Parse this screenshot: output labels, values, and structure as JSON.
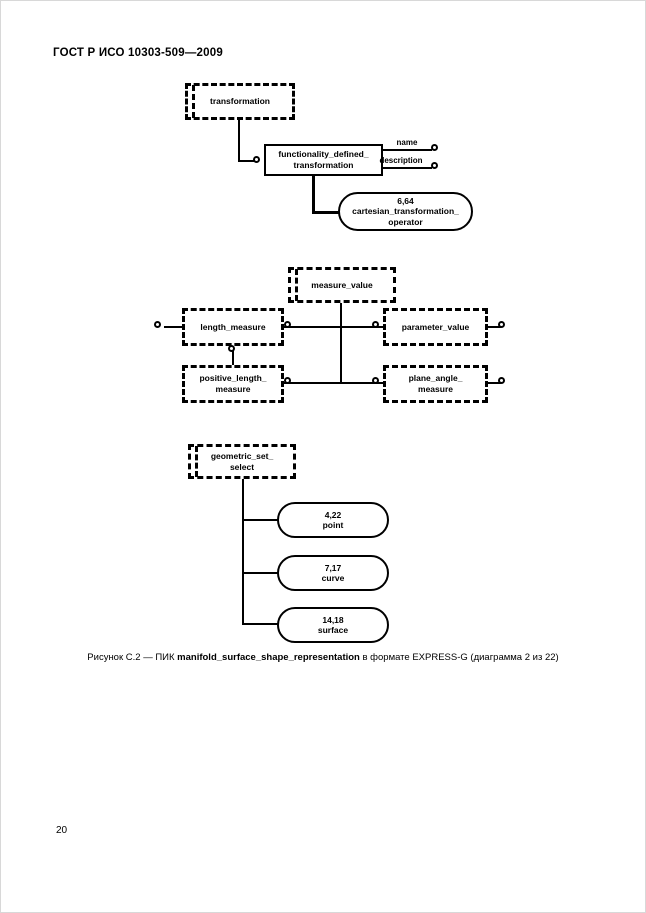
{
  "page": {
    "header": "ГОСТ Р ИСО 10303-509—2009",
    "page_number": "20",
    "ink_color": "#000000",
    "paper_color": "#ffffff"
  },
  "caption": {
    "prefix": "Рисунок С.2 — ПИК ",
    "entity": "manifold_surface_shape_representation",
    "suffix": " в формате EXPRESS-G (диаграмма 2 из 22)"
  },
  "transformation_diagram": {
    "transformation_select": "transformation",
    "entity_line1": "functionality_defined_",
    "entity_line2": "transformation",
    "attr_name": "name",
    "attr_description": "description",
    "cartesian_ref": "6,64",
    "cartesian_line1": "cartesian_transformation_",
    "cartesian_line2": "operator"
  },
  "measure_diagram": {
    "measure_value_select": "measure_value",
    "length_measure": "length_measure",
    "parameter_value": "parameter_value",
    "positive_length_line1": "positive_length_",
    "positive_length_line2": "measure",
    "plane_angle_line1": "plane_angle_",
    "plane_angle_line2": "measure"
  },
  "geometric_diagram": {
    "select_line1": "geometric_set_",
    "select_line2": "select",
    "point_ref": "4,22",
    "point_label": "point",
    "curve_ref": "7,17",
    "curve_label": "curve",
    "surface_ref": "14,18",
    "surface_label": "surface"
  }
}
